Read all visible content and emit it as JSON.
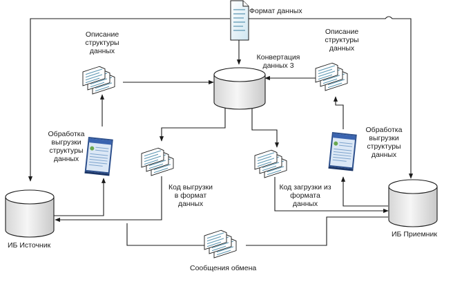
{
  "labels": {
    "data_format": "Формат данных",
    "struct_desc_left": [
      "Описание",
      "структуры",
      "данных"
    ],
    "struct_desc_right": [
      "Описание",
      "структуры",
      "данных"
    ],
    "conversion": [
      "Конвертация",
      "данных 3"
    ],
    "export_processing_left": [
      "Обработка",
      "выгрузки",
      "структуры",
      "данных"
    ],
    "export_processing_right": [
      "Обработка",
      "выгрузки",
      "структуры",
      "данных"
    ],
    "export_code": [
      "Код выгрузки",
      "в формат",
      "данных"
    ],
    "import_code": [
      "Код загрузки из",
      "формата",
      "данных"
    ],
    "source_ib": "ИБ Источник",
    "target_ib": "ИБ Приемник",
    "exchange_messages": "Сообщения обмена"
  },
  "colors": {
    "line": "#1a1a1a",
    "cylinder_fill": "#ececec",
    "cylinder_top": "#ffffff",
    "doc_fill": "#dff0f6",
    "doc_line": "#5b96b2",
    "screen_fill": "#dce8f6",
    "screen_title": "#3a64b0",
    "screen_frame": "#2c4f8c"
  },
  "icons": {
    "database": "cylinder-database-icon",
    "document_stack": "document-stack-icon",
    "document": "document-icon",
    "form_window": "form-window-icon"
  }
}
